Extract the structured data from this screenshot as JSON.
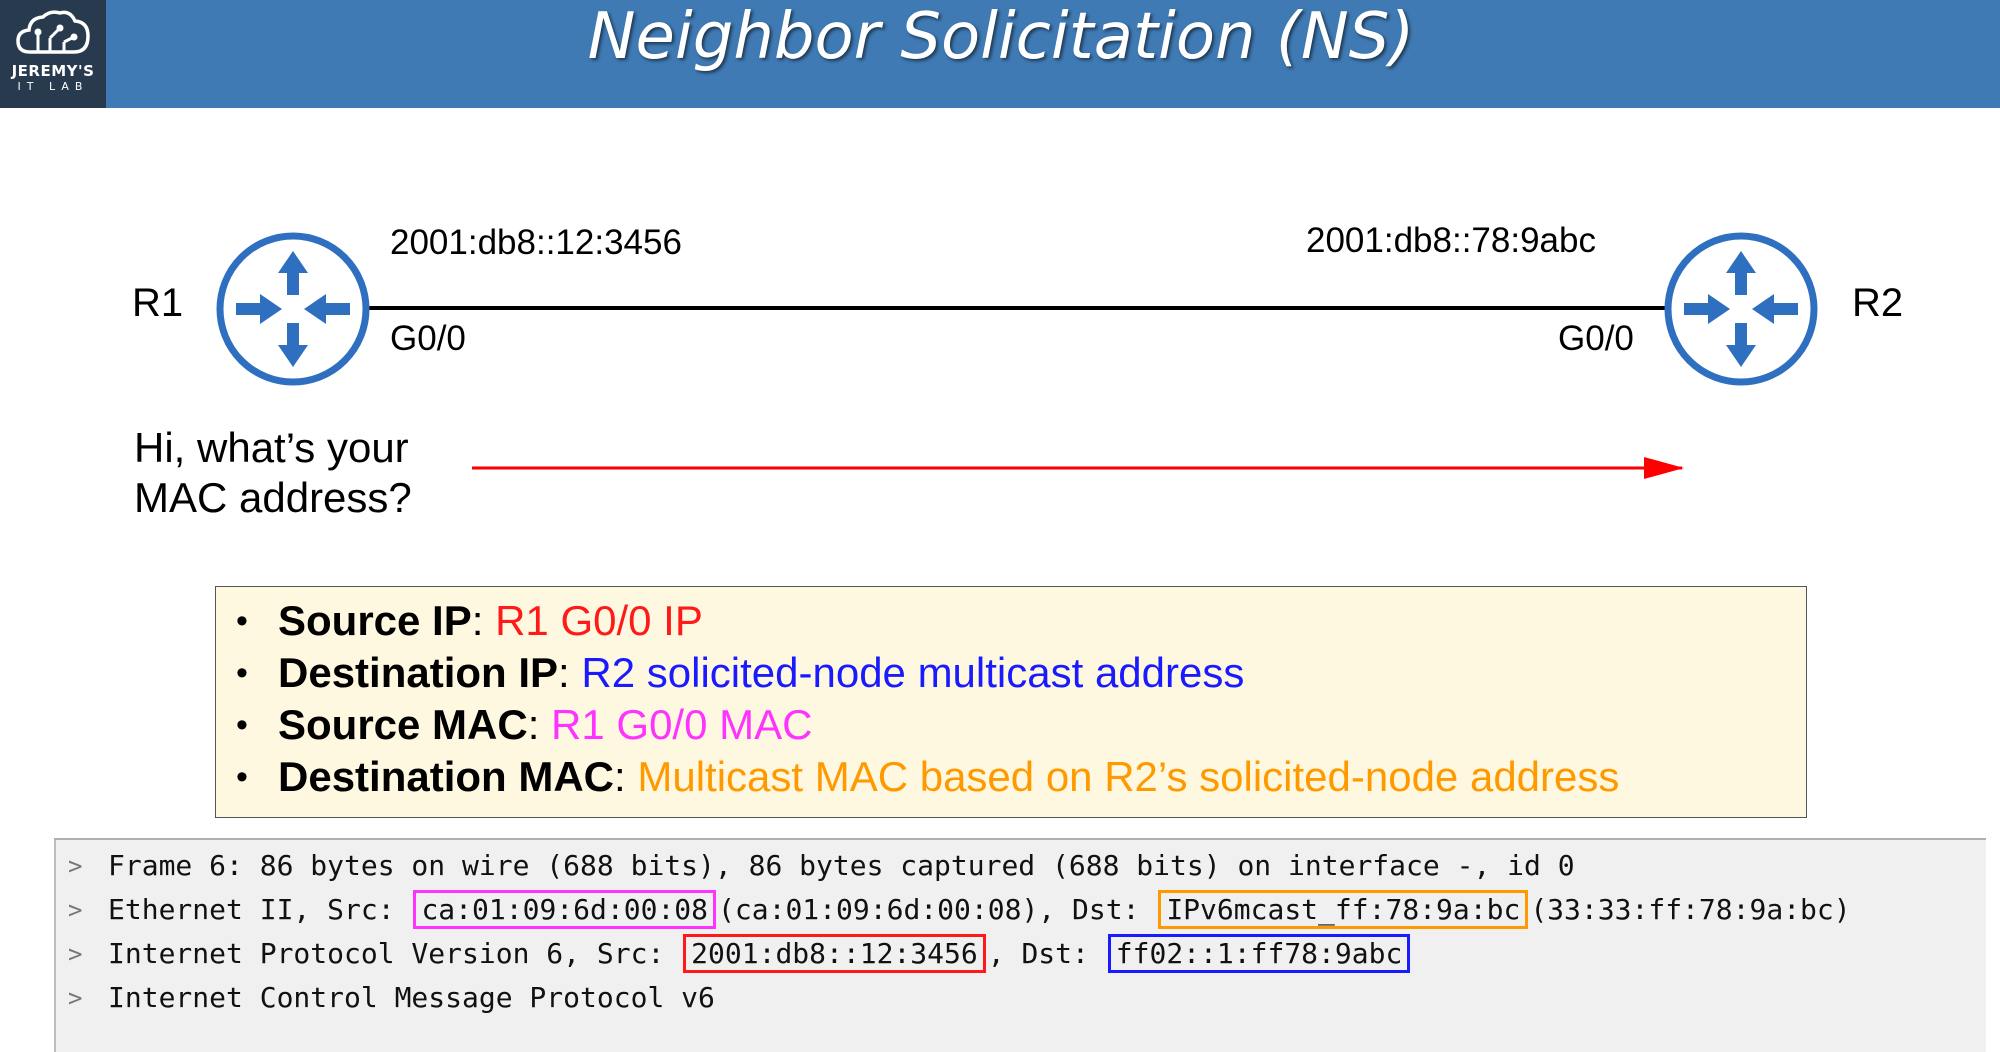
{
  "logo": {
    "name": "JEREMY'S",
    "sub": "IT LAB"
  },
  "title": "Neighbor Solicitation (NS)",
  "routers": [
    {
      "name": "R1",
      "ip": "2001:db8::12:3456",
      "interface": "G0/0"
    },
    {
      "name": "R2",
      "ip": "2001:db8::78:9abc",
      "interface": "G0/0"
    }
  ],
  "message": {
    "line1": "Hi, what’s your",
    "line2": "MAC address?"
  },
  "colors": {
    "router": "#2e6fc0",
    "arrow": "#ff0000",
    "title_bar": "#3f7ab4",
    "box_bg": "#fff8e0"
  },
  "bullets": [
    {
      "key": "Source IP",
      "sep": ":",
      "value": "R1 G0/0 IP",
      "color": "#ff1a1a"
    },
    {
      "key": "Destination IP",
      "sep": ":",
      "value": "R2 solicited-node multicast address",
      "color": "#1a1aff"
    },
    {
      "key": "Source MAC",
      "sep": ":",
      "value": "R1 G0/0 MAC",
      "color": "#ff33ff"
    },
    {
      "key": "Destination MAC",
      "sep": ":",
      "value": "Multicast MAC based on R2’s solicited-node address",
      "color": "#ff9900"
    }
  ],
  "capture": {
    "arrow": ">",
    "frame": "Frame 6: 86 bytes on wire (688 bits), 86 bytes captured (688 bits) on interface -, id 0",
    "eth": {
      "prefix": "Ethernet II, Src: ",
      "src": "ca:01:09:6d:00:08",
      "mid": "(ca:01:09:6d:00:08), Dst: ",
      "dst": "IPv6mcast_ff:78:9a:bc",
      "suffix": "(33:33:ff:78:9a:bc)"
    },
    "ipv6": {
      "prefix": "Internet Protocol Version 6, Src: ",
      "src": "2001:db8::12:3456",
      "mid": ", Dst: ",
      "dst": "ff02::1:ff78:9abc"
    },
    "icmp": "Internet Control Message Protocol v6"
  }
}
